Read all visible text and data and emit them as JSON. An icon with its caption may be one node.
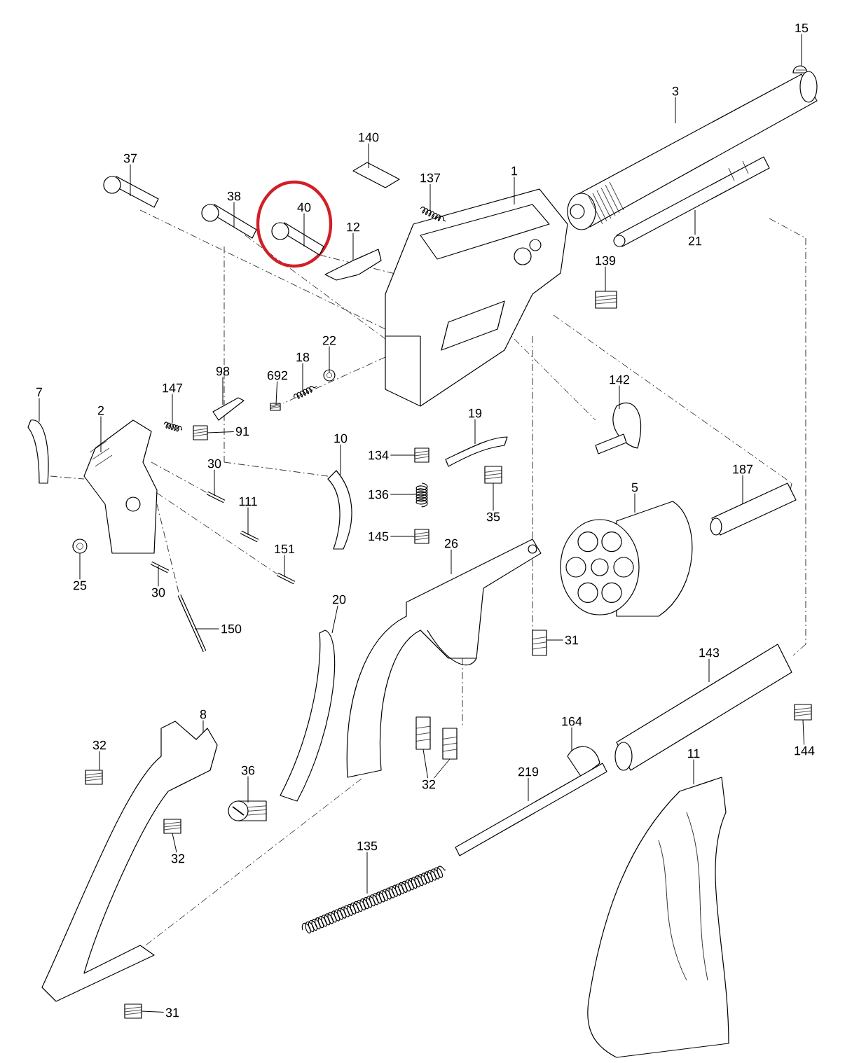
{
  "diagram": {
    "nodes": [
      {
        "text": [
          "15"
        ]
      },
      {
        "text": [
          "3"
        ]
      },
      {
        "text": [
          "140"
        ]
      },
      {
        "text": [
          "37"
        ]
      },
      {
        "text": [
          "1"
        ]
      },
      {
        "text": [
          "137"
        ]
      },
      {
        "text": [
          "38"
        ]
      },
      {
        "text": [
          "40"
        ]
      },
      {
        "text": [
          "12"
        ]
      },
      {
        "text": [
          "21"
        ]
      },
      {
        "text": [
          "139"
        ]
      },
      {
        "text": [
          "22"
        ]
      },
      {
        "text": [
          "18"
        ]
      },
      {
        "text": [
          "98"
        ]
      },
      {
        "text": [
          "692"
        ]
      },
      {
        "text": [
          "142"
        ]
      },
      {
        "text": [
          "147"
        ]
      },
      {
        "text": [
          "7"
        ]
      },
      {
        "text": [
          "2"
        ]
      },
      {
        "text": [
          "19"
        ]
      },
      {
        "text": [
          "91"
        ]
      },
      {
        "text": [
          "10"
        ]
      },
      {
        "text": [
          "134"
        ]
      },
      {
        "text": [
          "30"
        ]
      },
      {
        "text": [
          "187"
        ]
      },
      {
        "text": [
          "5"
        ]
      },
      {
        "text": [
          "136"
        ]
      },
      {
        "text": [
          "111"
        ]
      },
      {
        "text": [
          "35"
        ]
      },
      {
        "text": [
          "145"
        ]
      },
      {
        "text": [
          "26"
        ]
      },
      {
        "text": [
          "151"
        ]
      },
      {
        "text": [
          "25"
        ]
      },
      {
        "text": [
          "30"
        ]
      },
      {
        "text": [
          "20"
        ]
      },
      {
        "text": [
          "150"
        ]
      },
      {
        "text": [
          "31"
        ]
      },
      {
        "text": [
          "143"
        ]
      },
      {
        "text": [
          "8"
        ]
      },
      {
        "text": [
          "32"
        ]
      },
      {
        "text": [
          "164"
        ]
      },
      {
        "text": [
          "144"
        ]
      },
      {
        "text": [
          "11"
        ]
      },
      {
        "text": [
          "36"
        ]
      },
      {
        "text": [
          "219"
        ]
      },
      {
        "text": [
          "32"
        ]
      },
      {
        "text": [
          "135"
        ]
      },
      {
        "text": [
          "32"
        ]
      },
      {
        "text": [
          "31"
        ]
      },
      {
        "text": [],
        "shape": "picture"
      },
      {
        "text": [],
        "shape": "picture"
      },
      {
        "text": [],
        "shape": "picture"
      },
      {
        "text": [],
        "shape": "picture"
      },
      {
        "text": [],
        "shape": "picture"
      },
      {
        "text": [],
        "shape": "picture"
      },
      {
        "text": [],
        "shape": "picture"
      },
      {
        "text": [],
        "shape": "picture"
      },
      {
        "text": [],
        "shape": "picture"
      },
      {
        "text": [],
        "shape": "picture"
      },
      {
        "text": [],
        "shape": "picture"
      },
      {
        "text": [],
        "shape": "picture"
      },
      {
        "text": [],
        "shape": "picture"
      },
      {
        "text": [],
        "shape": "picture"
      },
      {
        "text": [],
        "shape": "picture"
      },
      {
        "text": [],
        "shape": "picture"
      },
      {
        "text": [],
        "shape": "picture"
      },
      {
        "text": [],
        "shape": "picture"
      },
      {
        "text": [],
        "shape": "picture"
      },
      {
        "text": [],
        "shape": "picture"
      },
      {
        "text": [],
        "shape": "picture"
      },
      {
        "text": [],
        "shape": "picture"
      },
      {
        "text": [],
        "shape": "picture"
      },
      {
        "text": [],
        "shape": "picture"
      },
      {
        "text": [],
        "shape": "picture"
      },
      {
        "text": [],
        "shape": "picture"
      },
      {
        "text": [],
        "shape": "picture"
      },
      {
        "text": [],
        "shape": "picture"
      },
      {
        "text": [],
        "shape": "picture"
      },
      {
        "text": [],
        "shape": "picture"
      },
      {
        "text": [],
        "shape": "picture"
      },
      {
        "text": [],
        "shape": "picture"
      },
      {
        "text": [],
        "shape": "picture"
      },
      {
        "text": [],
        "shape": "picture"
      },
      {
        "text": [],
        "shape": "picture"
      },
      {
        "text": [],
        "shape": "picture"
      },
      {
        "text": [],
        "shape": "picture"
      },
      {
        "text": [],
        "shape": "picture"
      },
      {
        "text": [],
        "shape": "picture"
      },
      {
        "text": [],
        "shape": "picture"
      },
      {
        "text": [],
        "shape": "picture"
      },
      {
        "text": [],
        "shape": "picture"
      },
      {
        "text": [],
        "shape": "picture"
      },
      {
        "text": [],
        "shape": "picture"
      },
      {
        "text": [],
        "shape": "picture"
      },
      {
        "text": [],
        "shape": "picture"
      },
      {
        "text": [],
        "shape": "picture"
      },
      {
        "text": [],
        "shape": "picture"
      },
      {
        "text": [],
        "shape": "picture"
      },
      {
        "text": [],
        "shape": "picture"
      }
    ],
    "edges": [
      {
        "from": 0,
        "to": 49,
        "arrow": "none"
      },
      {
        "from": 1,
        "to": 50,
        "arrow": "none"
      },
      {
        "from": 2,
        "to": 51,
        "arrow": "none"
      },
      {
        "from": 3,
        "to": 52,
        "arrow": "none"
      },
      {
        "from": 4,
        "to": 53,
        "arrow": "none"
      },
      {
        "from": 5,
        "to": 54,
        "arrow": "none"
      },
      {
        "from": 6,
        "to": 55,
        "arrow": "none"
      },
      {
        "from": 7,
        "to": 56,
        "arrow": "none"
      },
      {
        "from": 8,
        "to": 57,
        "arrow": "none"
      },
      {
        "from": 9,
        "to": 58,
        "arrow": "none"
      },
      {
        "from": 10,
        "to": 59,
        "arrow": "none"
      },
      {
        "from": 11,
        "to": 60,
        "arrow": "none"
      },
      {
        "from": 12,
        "to": 61,
        "arrow": "none"
      },
      {
        "from": 13,
        "to": 62,
        "arrow": "none"
      },
      {
        "from": 14,
        "to": 63,
        "arrow": "none"
      },
      {
        "from": 15,
        "to": 64,
        "arrow": "none"
      },
      {
        "from": 16,
        "to": 65,
        "arrow": "none"
      },
      {
        "from": 17,
        "to": 66,
        "arrow": "none"
      },
      {
        "from": 18,
        "to": 67,
        "arrow": "none"
      },
      {
        "from": 19,
        "to": 68,
        "arrow": "none"
      },
      {
        "from": 20,
        "to": 69,
        "arrow": "none"
      },
      {
        "from": 21,
        "to": 70,
        "arrow": "none"
      },
      {
        "from": 22,
        "to": 71,
        "arrow": "none"
      },
      {
        "from": 23,
        "to": 72,
        "arrow": "none"
      },
      {
        "from": 24,
        "to": 73,
        "arrow": "none"
      },
      {
        "from": 25,
        "to": 74,
        "arrow": "none"
      },
      {
        "from": 26,
        "to": 75,
        "arrow": "none"
      },
      {
        "from": 27,
        "to": 76,
        "arrow": "none"
      },
      {
        "from": 28,
        "to": 77,
        "arrow": "none"
      },
      {
        "from": 29,
        "to": 78,
        "arrow": "none"
      },
      {
        "from": 30,
        "to": 79,
        "arrow": "none"
      },
      {
        "from": 31,
        "to": 80,
        "arrow": "none"
      },
      {
        "from": 32,
        "to": 81,
        "arrow": "none"
      },
      {
        "from": 33,
        "to": 82,
        "arrow": "none"
      },
      {
        "from": 34,
        "to": 83,
        "arrow": "none"
      },
      {
        "from": 35,
        "to": 84,
        "arrow": "none"
      },
      {
        "from": 36,
        "to": 85,
        "arrow": "none"
      },
      {
        "from": 37,
        "to": 86,
        "arrow": "none"
      },
      {
        "from": 38,
        "to": 87,
        "arrow": "none"
      },
      {
        "from": 39,
        "to": 88,
        "arrow": "none"
      },
      {
        "from": 40,
        "to": 89,
        "arrow": "none"
      },
      {
        "from": 41,
        "to": 90,
        "arrow": "none"
      },
      {
        "from": 42,
        "to": 91,
        "arrow": "none"
      },
      {
        "from": 43,
        "to": 92,
        "arrow": "none"
      },
      {
        "from": 44,
        "to": 93,
        "arrow": "none"
      },
      {
        "from": 45,
        "to": 94,
        "arrow": "none"
      },
      {
        "from": 45,
        "to": 95,
        "arrow": "none"
      },
      {
        "from": 46,
        "to": 96,
        "arrow": "none"
      },
      {
        "from": 47,
        "to": 97,
        "arrow": "none"
      },
      {
        "from": 48,
        "to": 98,
        "arrow": "none"
      }
    ]
  }
}
